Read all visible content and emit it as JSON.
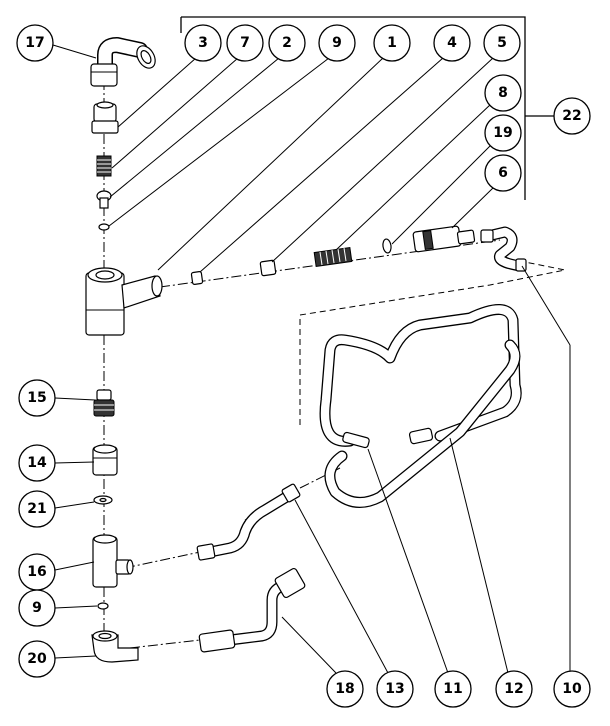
{
  "diagram": {
    "callouts": [
      {
        "id": "17",
        "label": "17"
      },
      {
        "id": "3",
        "label": "3"
      },
      {
        "id": "7",
        "label": "7"
      },
      {
        "id": "2",
        "label": "2"
      },
      {
        "id": "9a",
        "label": "9"
      },
      {
        "id": "1",
        "label": "1"
      },
      {
        "id": "4",
        "label": "4"
      },
      {
        "id": "5",
        "label": "5"
      },
      {
        "id": "8",
        "label": "8"
      },
      {
        "id": "22",
        "label": "22"
      },
      {
        "id": "19",
        "label": "19"
      },
      {
        "id": "6",
        "label": "6"
      },
      {
        "id": "15",
        "label": "15"
      },
      {
        "id": "14",
        "label": "14"
      },
      {
        "id": "21",
        "label": "21"
      },
      {
        "id": "16",
        "label": "16"
      },
      {
        "id": "9b",
        "label": "9"
      },
      {
        "id": "20",
        "label": "20"
      },
      {
        "id": "18",
        "label": "18"
      },
      {
        "id": "13",
        "label": "13"
      },
      {
        "id": "11",
        "label": "11"
      },
      {
        "id": "12",
        "label": "12"
      },
      {
        "id": "10",
        "label": "10"
      }
    ]
  }
}
